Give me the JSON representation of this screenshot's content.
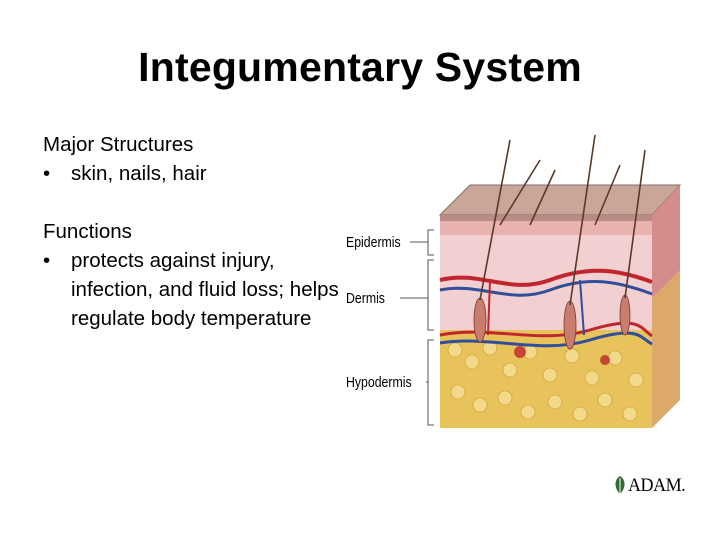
{
  "slide": {
    "title": "Integumentary System"
  },
  "structures": {
    "heading": "Major Structures",
    "bullet": "•",
    "items": [
      "skin, nails, hair"
    ]
  },
  "functions": {
    "heading": "Functions",
    "bullet": "•",
    "items": [
      "protects against injury, infection, and fluid loss; helps regulate body temperature"
    ]
  },
  "diagram": {
    "labels": {
      "epidermis": "Epidermis",
      "dermis": "Dermis",
      "hypodermis": "Hypodermis"
    },
    "colors": {
      "epidermis_top": "#c9a59a",
      "dermis": "#f2cfd0",
      "hypodermis": "#e8c25a",
      "vessel_red": "#c0262d",
      "vessel_blue": "#2f4f9a",
      "hair": "#5a3a2a"
    }
  },
  "logo": {
    "text": "ADAM.",
    "icon": "leaf-icon"
  }
}
